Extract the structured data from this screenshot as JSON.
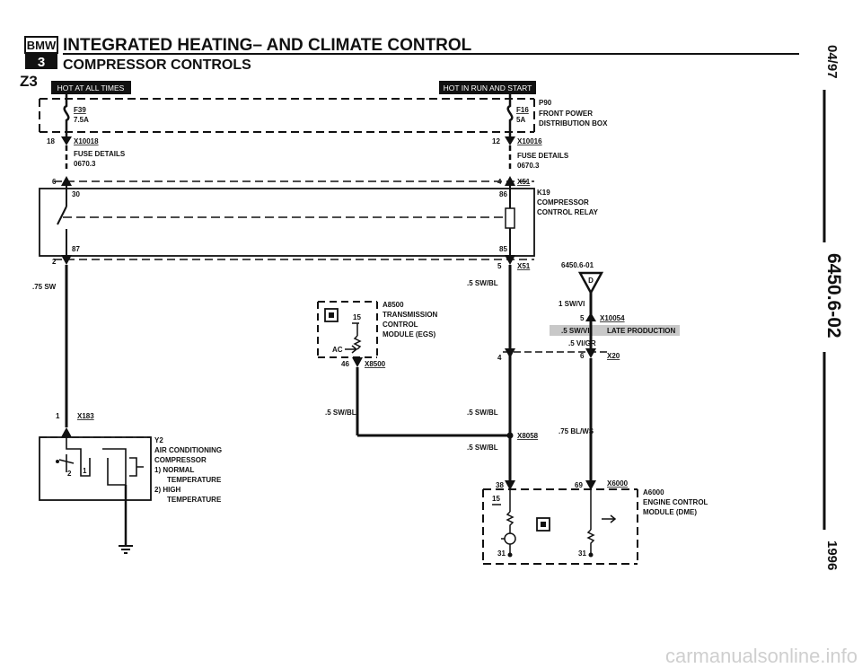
{
  "header": {
    "logo_text": "BMW",
    "model_number": "3",
    "model_name": "Z3",
    "title": "INTEGRATED HEATING– AND CLIMATE CONTROL",
    "subtitle": "COMPRESSOR CONTROLS"
  },
  "side": {
    "date": "04/97",
    "page_ref": "6450.6-02",
    "year": "1996"
  },
  "bars": {
    "hot_at_all_times": "HOT AT ALL TIMES",
    "hot_in_run_and_start": "HOT IN RUN AND START"
  },
  "components": {
    "p90_code": "P90",
    "p90_name1": "FRONT POWER",
    "p90_name2": "DISTRIBUTION BOX",
    "f39_fuse": "F39",
    "f39_rating": "7.5A",
    "f16_fuse": "F16",
    "f16_rating": "5A",
    "conn_left": "X10018",
    "conn_right": "X10016",
    "pin_18": "18",
    "pin_12": "12",
    "fuse_details": "FUSE DETAILS",
    "fuse_ref": "0670.3",
    "pin_6": "6",
    "pin_4": "4",
    "x51": "X51",
    "k19_code": "K19",
    "k19_name1": "COMPRESSOR",
    "k19_name2": "CONTROL RELAY",
    "relay_30": "30",
    "relay_86": "86",
    "relay_87": "87",
    "relay_85": "85",
    "pin_2": "2",
    "pin_5": "5",
    "x51_b": "X51",
    "ref_6450": "6450.6-01",
    "ref_arrow": "D",
    "wire_75sw": ".75 SW",
    "wire_5swbl": ".5 SW/BL",
    "a8500_code": "A8500",
    "a8500_name1": "TRANSMISSION",
    "a8500_name2": "CONTROL",
    "a8500_name3": "MODULE (EGS)",
    "a8500_pin15": "15",
    "a8500_ac": "AC",
    "pin_46": "46",
    "x8500": "X8500",
    "wire_1swvi": "1 SW/VI",
    "pin_5b": "5",
    "x10054": "X10054",
    "wire_5swvi": ".5 SW/VI",
    "late_production": "LATE PRODUCTION",
    "wire_5vigr": ".5 VI/GR",
    "pin_4b": "4",
    "pin_6b": "6",
    "x20": "X20",
    "wire_5swbl_left": ".5 SW/BL",
    "wire_5swbl_mid": ".5 SW/BL",
    "x8058": "X8058",
    "wire_75blws": ".75 BL/WS",
    "wire_5swbl_low": ".5 SW/BL",
    "pin_1": "1",
    "x183": "X183",
    "y2_code": "Y2",
    "y2_name1": "AIR CONDITIONING",
    "y2_name2": "COMPRESSOR",
    "y2_note1": "1)  NORMAL",
    "y2_note1b": "TEMPERATURE",
    "y2_note2": "2)  HIGH",
    "y2_note2b": "TEMPERATURE",
    "y2_pos1": "1",
    "y2_pos2": "2",
    "pin_38": "38",
    "pin_69": "69",
    "x6000": "X6000",
    "a6000_code": "A6000",
    "a6000_name1": "ENGINE CONTROL",
    "a6000_name2": "MODULE (DME)",
    "dme_pin15": "15",
    "dme_pin31a": "31",
    "dme_pin31b": "31"
  },
  "footer": {
    "watermark": "carmanualsonline.info"
  }
}
